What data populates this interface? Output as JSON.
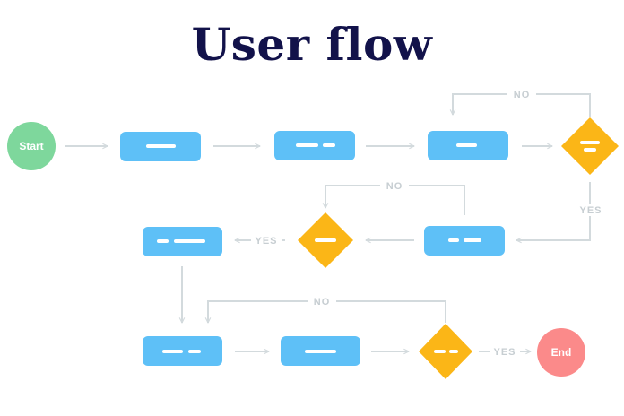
{
  "title": "User flow",
  "terminals": {
    "start": "Start",
    "end": "End"
  },
  "labels": {
    "no": "NO",
    "yes": "YES"
  },
  "colors": {
    "title": "#12124a",
    "start": "#7ed79c",
    "end": "#fb8a8a",
    "process": "#5ec0f7",
    "decision": "#fbb617",
    "connector": "#d3dadd",
    "connector_label": "#c7ced2"
  }
}
